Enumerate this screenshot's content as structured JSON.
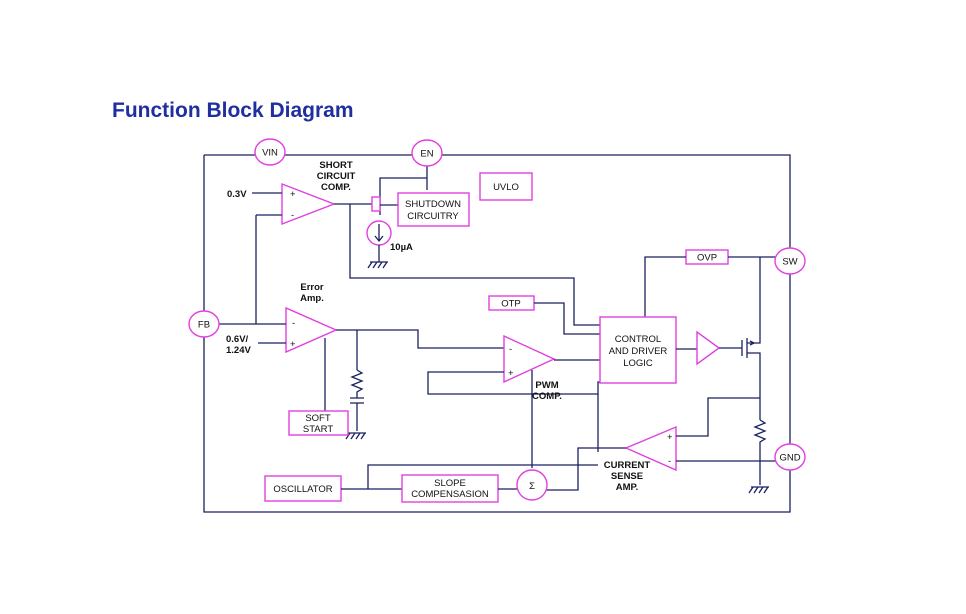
{
  "title": "Function Block Diagram",
  "pins": {
    "vin": "VIN",
    "en": "EN",
    "fb": "FB",
    "sw": "SW",
    "gnd": "GND"
  },
  "blocks": {
    "short_circuit_comp": [
      "SHORT",
      "CIRCUIT",
      "COMP."
    ],
    "shutdown": [
      "SHUTDOWN",
      "CIRCUITRY"
    ],
    "uvlo": "UVLO",
    "ovp": "OVP",
    "otp": "OTP",
    "control": [
      "CONTROL",
      "AND DRIVER",
      "LOGIC"
    ],
    "soft_start": [
      "SOFT",
      "START"
    ],
    "oscillator": "OSCILLATOR",
    "slope": [
      "SLOPE",
      "COMPENSASION"
    ],
    "sigma": "Σ"
  },
  "labels": {
    "ref_03": "0.3V",
    "ref_06_a": "0.6V/",
    "ref_06_b": "1.24V",
    "error_amp": [
      "Error",
      "Amp."
    ],
    "pwm_comp": [
      "PWM",
      "COMP."
    ],
    "current_sense": [
      "CURRENT",
      "SENSE",
      "AMP."
    ],
    "current_source": "10µA",
    "plus": "+",
    "minus": "-"
  }
}
